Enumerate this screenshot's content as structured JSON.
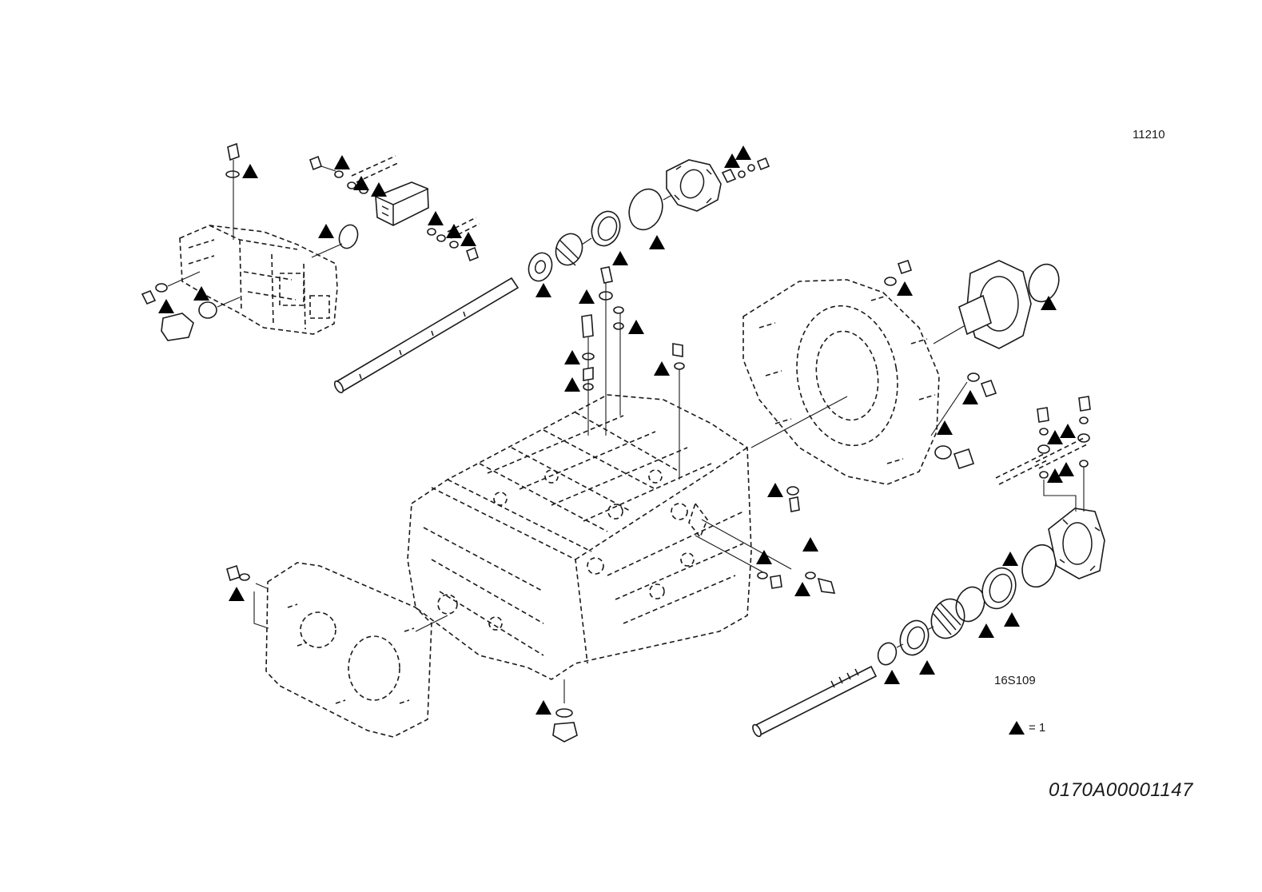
{
  "diagram": {
    "reference_top": "11210",
    "reference_assembly": "16S109",
    "legend": {
      "symbol": "triangle-marker-icon",
      "text": "= 1"
    },
    "document_number": "0170A00001147",
    "colors": {
      "line": "#1a1a1a",
      "marker": "#000000",
      "background": "#ffffff"
    }
  }
}
